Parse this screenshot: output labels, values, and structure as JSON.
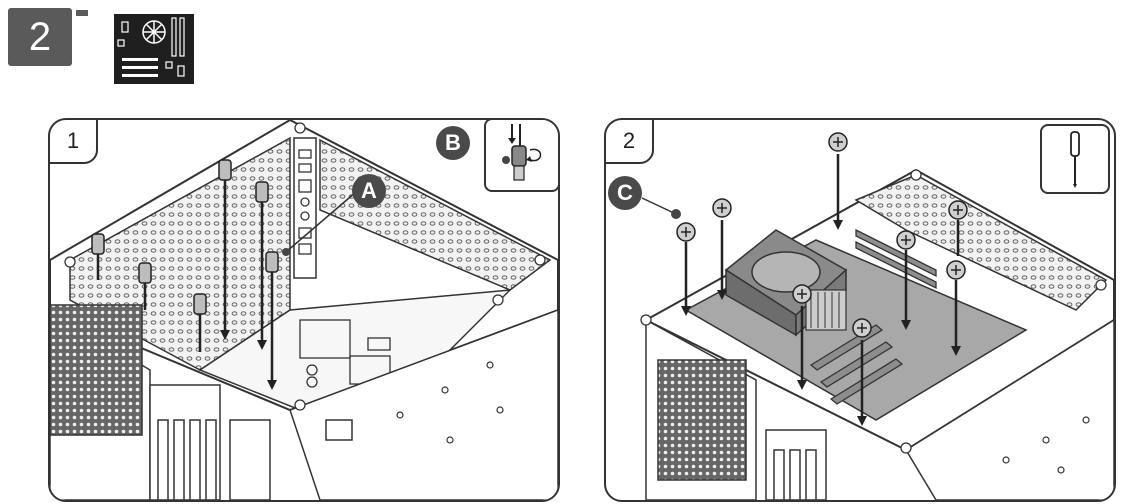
{
  "step": {
    "number": "2"
  },
  "panels": [
    {
      "number": "1",
      "callouts": [
        "A",
        "B"
      ]
    },
    {
      "number": "2",
      "callouts": [
        "C"
      ]
    }
  ],
  "colors": {
    "badge": "#5a5a5a",
    "line": "#333333",
    "tray": "#9a9a9a",
    "board": "#a8a8a8"
  }
}
